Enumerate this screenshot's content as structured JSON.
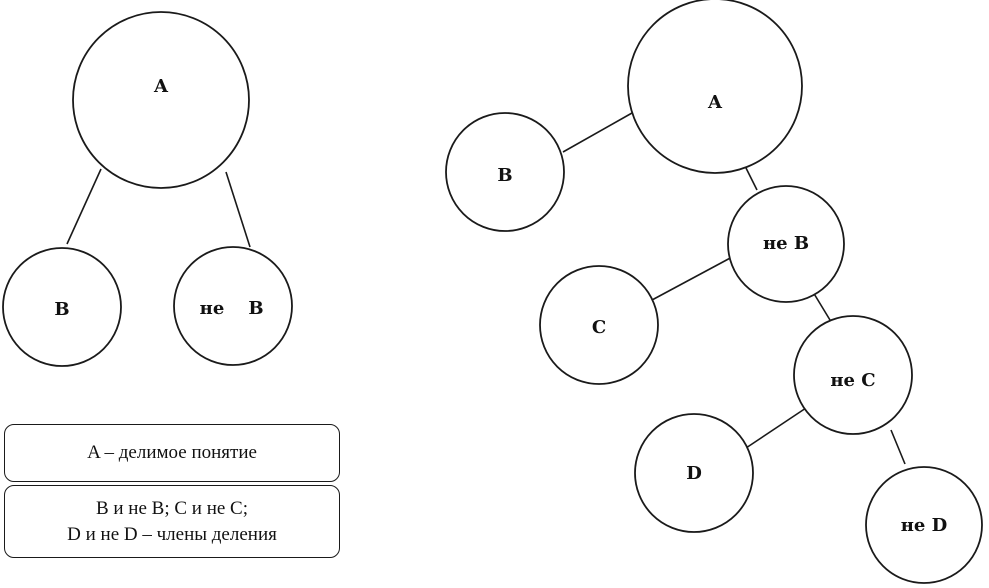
{
  "left_tree": {
    "root": "A",
    "child_left": "B",
    "child_right_prefix": "не",
    "child_right_letter": "B"
  },
  "right_tree": {
    "root": "A",
    "n_b": "B",
    "n_notb": "не B",
    "n_c": "C",
    "n_notc": "не C",
    "n_d": "D",
    "n_notd": "не D"
  },
  "legend": {
    "top": "A – делимое понятие",
    "bottom_line1": "B и не B; C и не C;",
    "bottom_line2": "D и не D – члены деления"
  }
}
